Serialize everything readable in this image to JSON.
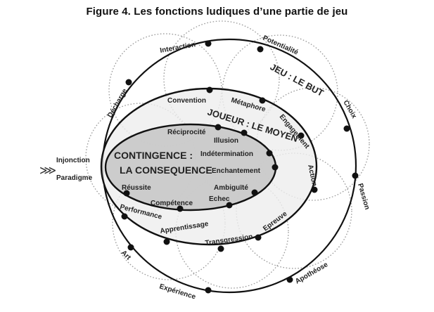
{
  "figure": {
    "title": "Figure 4. Les fonctions ludiques d’une partie de jeu"
  },
  "diagram": {
    "outer_ring": {
      "heading": "JEU : LE BUT",
      "labels": [
        "Interaction",
        "Potentialité",
        "Choix",
        "Passion",
        "Apothéose",
        "Expérience",
        "Art",
        "Décharge"
      ]
    },
    "middle_ring": {
      "heading": "JOUEUR : LE MOYEN",
      "labels": [
        "Convention",
        "Métaphore",
        "Engagement",
        "Action",
        "Epreuve",
        "Transgression",
        "Apprentissage",
        "Performance"
      ]
    },
    "inner_ring": {
      "heading_line1": "CONTINGENCE :",
      "heading_line2": "LA CONSEQUENCE",
      "labels": [
        "Réciprocité",
        "Illusion",
        "Indétermination",
        "Enchantement",
        "Ambiguïté",
        "Echec",
        "Compétence",
        "Réussite"
      ]
    },
    "inputs": {
      "arrow_glyph": "⋙",
      "line1": "Injonction",
      "line2": "Paradigme"
    }
  },
  "colors": {
    "outer_fill": "#ffffff",
    "middle_fill": "#eeeeee",
    "inner_fill": "#c8c8c8",
    "stroke": "#111111",
    "dotted": "#9a9a9a"
  }
}
